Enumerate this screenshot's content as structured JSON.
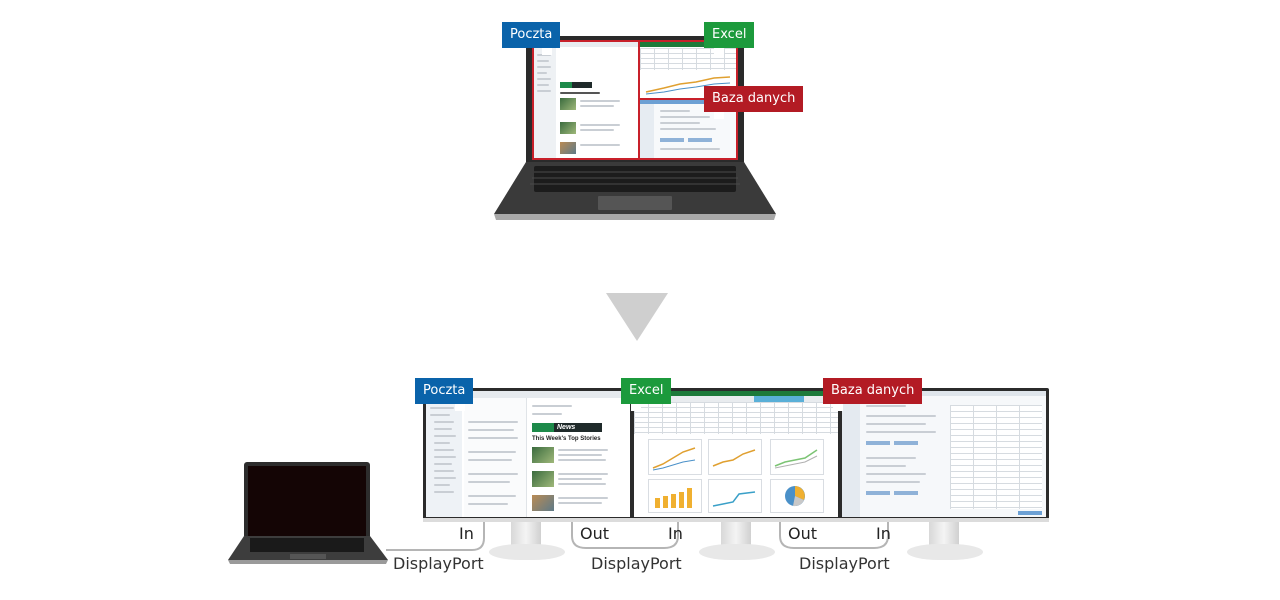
{
  "labels": {
    "mail": "Poczta",
    "excel": "Excel",
    "database": "Baza danych"
  },
  "ports": {
    "in": "In",
    "out": "Out"
  },
  "cable": {
    "label": "DisplayPort"
  },
  "news": {
    "banner": "News",
    "heading": "This Week's Top Stories"
  },
  "colors": {
    "mail_tag": "#0a63aa",
    "excel_tag": "#1c9a3c",
    "database_tag": "#b31b24",
    "arrow": "#cfcfcf"
  },
  "icons": [
    "down-arrow-icon",
    "keyboard-icon"
  ]
}
